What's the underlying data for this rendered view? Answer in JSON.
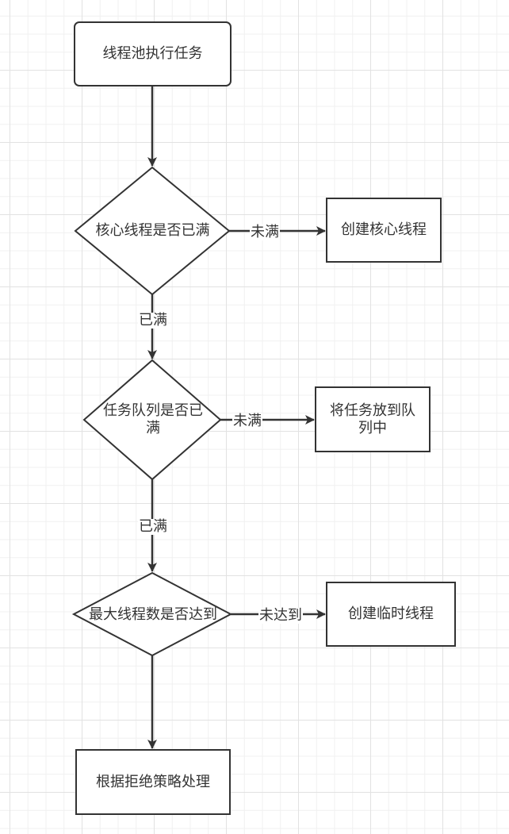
{
  "nodes": {
    "start": "线程池执行任务",
    "core_full": "核心线程是否已满",
    "create_core": "创建核心线程",
    "queue_full": "任务队列是否已满",
    "put_queue": "将任务放到队列中",
    "max_reached": "最大线程数是否达到",
    "create_temp": "创建临时线程",
    "reject": "根据拒绝策略处理"
  },
  "edges": {
    "core_not_full": "未满",
    "core_full": "已满",
    "queue_not_full": "未满",
    "queue_full": "已满",
    "max_not_reached": "未达到"
  },
  "colors": {
    "stroke": "#333333",
    "text": "#333333"
  }
}
